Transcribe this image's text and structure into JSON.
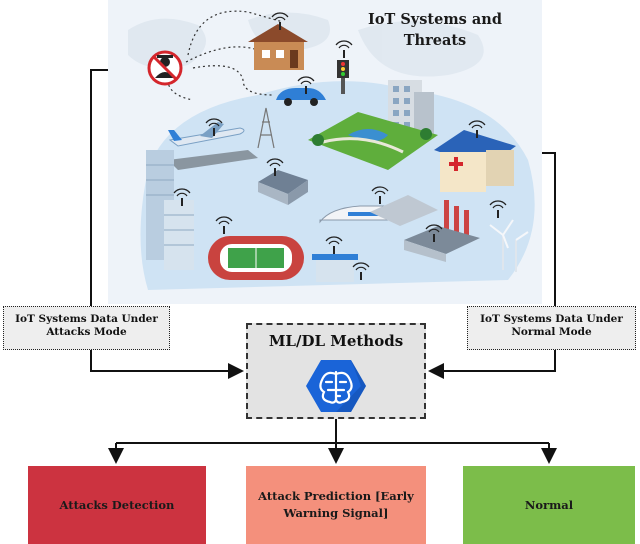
{
  "scene": {
    "title_line1": "IoT Systems and",
    "title_line2": "Threats"
  },
  "left_input": {
    "line1": "IoT Systems  Data  Under",
    "line2": "Attacks Mode"
  },
  "right_input": {
    "line1": "IoT Systems  Data Under",
    "line2": "Normal Mode"
  },
  "ml_box": {
    "title": "ML/DL Methods"
  },
  "outputs": [
    {
      "label": "Attacks Detection",
      "color": "#cc3340"
    },
    {
      "label": "Attack Prediction [Early Warning Signal]",
      "color": "#f4907c"
    },
    {
      "label": "Normal",
      "color": "#7cbd4a"
    }
  ],
  "colors": {
    "sky": "#eef3f9",
    "ground": "#d4e6f5",
    "ml_icon": "#1a64d8",
    "arrow": "#111111"
  },
  "icons": [
    "hacker-icon",
    "house-icon",
    "car-icon",
    "plane-icon",
    "tower-icon",
    "hospital-icon",
    "stadium-icon",
    "train-icon",
    "factory-icon",
    "wind-turbine-icon",
    "wifi-icon",
    "brain-chip-icon"
  ]
}
